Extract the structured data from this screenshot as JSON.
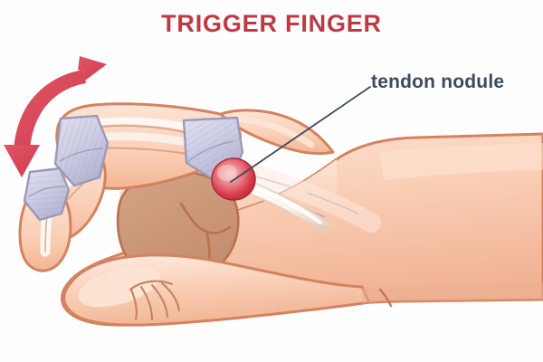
{
  "figure": {
    "title": "TRIGGER FINGER",
    "title_color": "#bf3942",
    "background_color": "#fefefe",
    "type": "medical-illustration",
    "subject": "human hand, lateral view, index finger locked in flexion"
  },
  "annotations": {
    "nodule_label": "tendon nodule",
    "nodule_label_color": "#3d4a5d",
    "leader_line_color": "#3d4a5d"
  },
  "palette": {
    "skin_light": "#fbd9c6",
    "skin_mid": "#f6c0a4",
    "skin_shadow": "#edb293",
    "skin_outline": "#d4825f",
    "palm_shadow": "#cf9a7c",
    "palm_shadow_outline": "#b9714f",
    "joint_capsule": "#d2d2e6",
    "joint_capsule_shade": "#b9b9d4",
    "joint_outline": "#9a9ab8",
    "tendon_white": "#fdfaf6",
    "tendon_outline": "#cfa892",
    "nodule_red": "#cf2b3c",
    "nodule_highlight": "#f4a9ae",
    "arrow_red": "#d9485a",
    "bone_line": "#cc9a80"
  },
  "arrow": {
    "name": "motion-arrow",
    "description": "curved double-headed red arrow showing finger snapping motion",
    "color": "#d9485a"
  }
}
